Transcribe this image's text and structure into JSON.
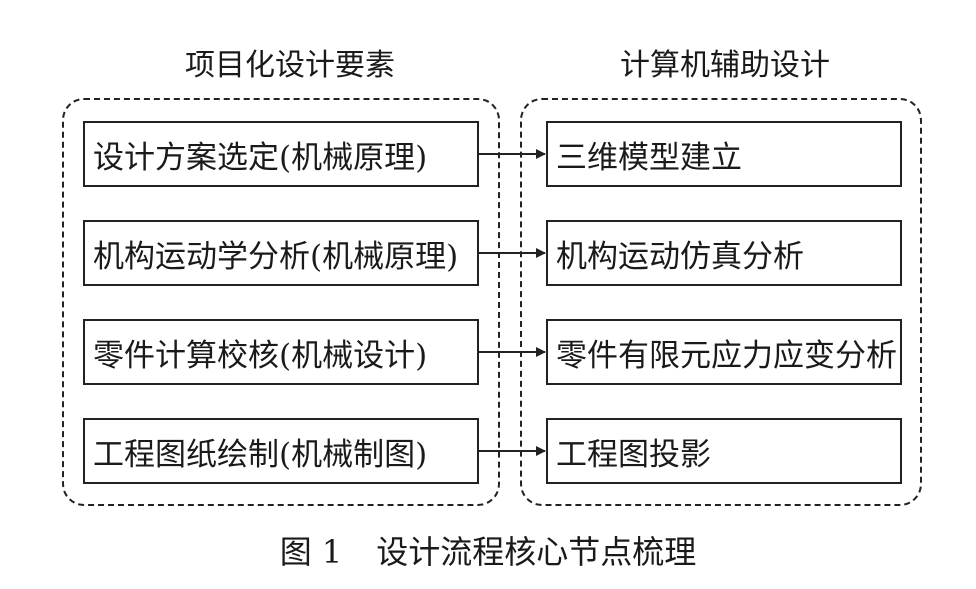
{
  "groups": {
    "left": {
      "title": "项目化设计要素",
      "items": [
        "设计方案选定(机械原理)",
        "机构运动学分析(机械原理)",
        "零件计算校核(机械设计)",
        "工程图纸绘制(机械制图)"
      ]
    },
    "right": {
      "title": "计算机辅助设计",
      "items": [
        "三维模型建立",
        "机构运动仿真分析",
        "零件有限元应力应变分析",
        "工程图投影"
      ]
    }
  },
  "caption": {
    "label": "图 1",
    "text": "设计流程核心节点梳理"
  },
  "colors": {
    "line": "#222222",
    "background": "#ffffff"
  }
}
